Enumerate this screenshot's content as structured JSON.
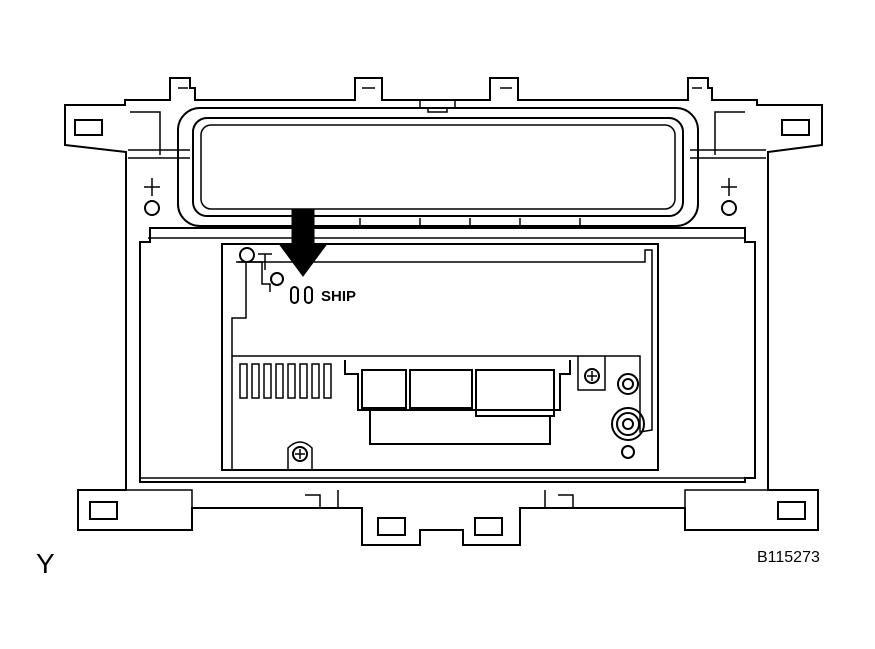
{
  "labels": {
    "ship": "SHIP",
    "view": "Y",
    "figure_code": "B115273"
  }
}
